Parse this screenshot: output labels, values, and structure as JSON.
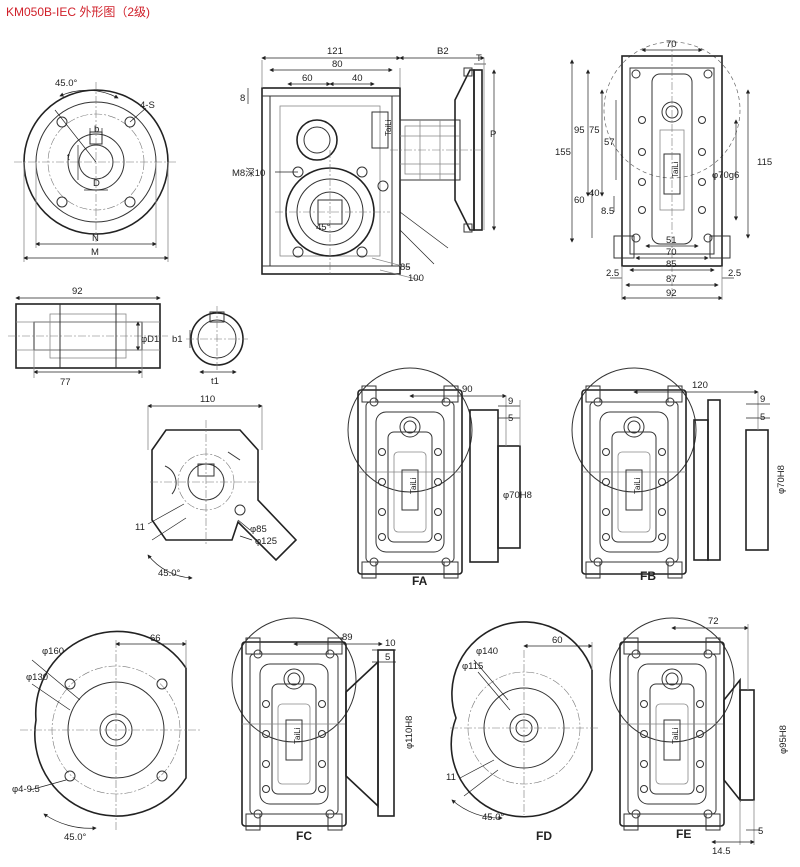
{
  "title": "KM050B-IEC 外形图（2级)",
  "brand": "TaiLi",
  "views": {
    "flange_front": {
      "angle": "45.0°",
      "holes": "4-S",
      "b": "b",
      "t": "t",
      "D": "D",
      "N": "N",
      "M": "M"
    },
    "side": {
      "d121": "121",
      "d80": "80",
      "d60": "60",
      "d40": "40",
      "dB2": "B2",
      "dT": "T",
      "dP": "P",
      "d8": "8",
      "m8": "M8深10",
      "a45": "45°",
      "d85": "85",
      "d100": "100"
    },
    "top": {
      "d70": "70",
      "d95": "95",
      "d75": "75",
      "d57": "57",
      "d155": "155",
      "d115": "115",
      "phi70g6": "φ70g6",
      "d60": "60",
      "d40": "40",
      "d85s": "8.5",
      "d51": "51",
      "d70b": "70",
      "d85b": "85",
      "d25a": "2.5",
      "d25b": "2.5",
      "d87": "87",
      "d92": "92"
    },
    "shaft": {
      "d92": "92",
      "phiD1": "φD1",
      "d77": "77"
    },
    "bore": {
      "b1": "b1",
      "t1": "t1"
    },
    "arm": {
      "d110": "110",
      "d11": "11",
      "phi85": "φ85",
      "phi125": "φ125",
      "a45": "45.0°"
    },
    "FA": {
      "label": "FA",
      "d90": "90",
      "d9": "9",
      "d5": "5",
      "phi": "φ70H8"
    },
    "FB": {
      "label": "FB",
      "d120": "120",
      "d9": "9",
      "d5": "5",
      "phi": "φ70H8"
    },
    "flange160": {
      "d66": "66",
      "phi160": "φ160",
      "phi130": "φ130",
      "holes": "φ4-9.5",
      "a45": "45.0°"
    },
    "FC": {
      "label": "FC",
      "d89": "89",
      "d10": "10",
      "d5": "5",
      "phi": "φ110H8"
    },
    "flange140": {
      "d60": "60",
      "phi140": "φ140",
      "phi115": "φ115",
      "d11": "11",
      "a45": "45.0°"
    },
    "FD": {
      "label": "FD"
    },
    "FE": {
      "label": "FE",
      "d72": "72",
      "phi": "φ95H8",
      "d145": "14.5",
      "d5": "5"
    }
  }
}
